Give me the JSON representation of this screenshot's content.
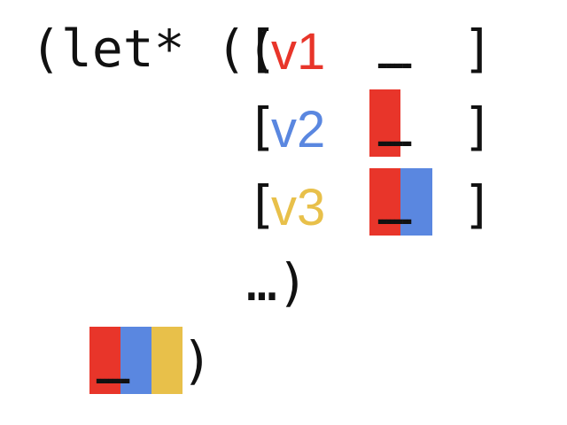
{
  "code": {
    "prefix": "(let* ((",
    "bracket_open": "[",
    "bracket_close": "]",
    "body_close": ")",
    "ellipsis": "…)",
    "dots": "........",
    "bindings": [
      {
        "var": "v1",
        "color": "#e8352a"
      },
      {
        "var": "v2",
        "color": "#5a87e0"
      },
      {
        "var": "v3",
        "color": "#e8c04a"
      }
    ]
  },
  "colors": {
    "red": "#e8352a",
    "blue": "#5a87e0",
    "yellow": "#e8c04a"
  }
}
